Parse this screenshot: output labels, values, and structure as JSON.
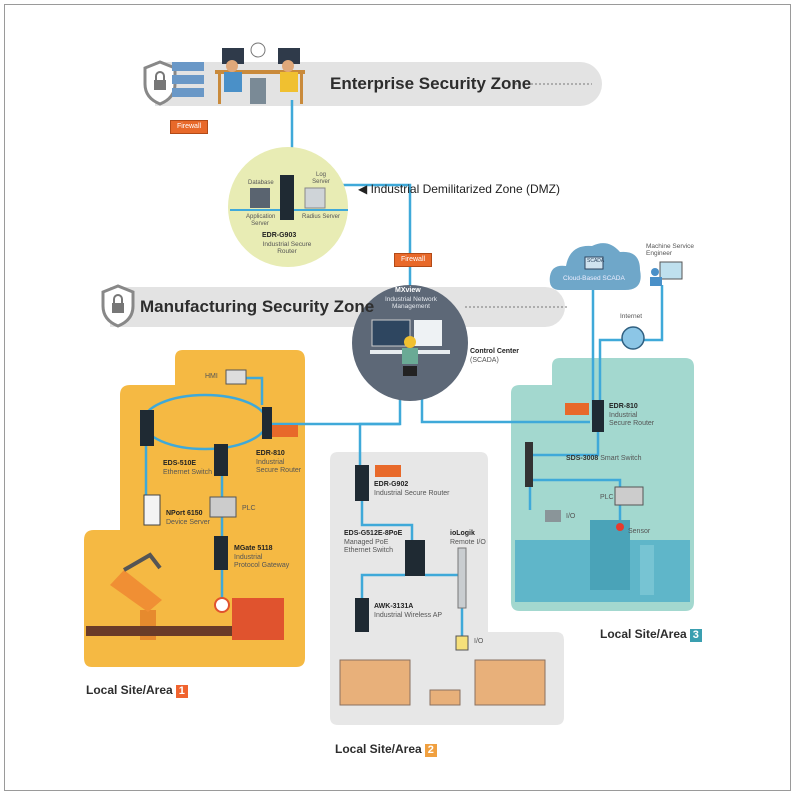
{
  "enterprise_zone": {
    "label": "Enterprise Security Zone",
    "icon": "shield-lock-icon"
  },
  "manufacturing_zone": {
    "label": "Manufacturing Security Zone",
    "icon": "shield-lock-icon"
  },
  "firewall_label": "Firewall",
  "dmz": {
    "label": "Industrial Demilitarized Zone (DMZ)",
    "database": "Database",
    "log_server": "Log Server",
    "application_server": "Application Server",
    "radius_server": "Radius Server",
    "router_model": "EDR-G903",
    "router_desc": "Industrial Secure Router"
  },
  "control_center": {
    "mxview": "MXview",
    "mxview_desc": "Industrial Network Management",
    "label": "Control Center",
    "sub": "(SCADA)"
  },
  "cloud": {
    "label": "Cloud-Based SCADA",
    "screen": "SCADA"
  },
  "engineer": {
    "label": "Machine Service Engineer"
  },
  "internet": {
    "label": "Internet"
  },
  "area1": {
    "hmi": "HMI",
    "eds_model": "EDS-510E",
    "eds_desc": "Ethernet Switch",
    "edr_model": "EDR-810",
    "edr_desc": "Industrial Secure Router",
    "nport_model": "NPort 6150",
    "nport_desc": "Device Server",
    "plc": "PLC",
    "mgate_model": "MGate 5118",
    "mgate_desc": "Industrial Protocol Gateway",
    "label": "Local Site/Area",
    "number": "1",
    "color": "#f5b43c"
  },
  "area2": {
    "edr_model": "EDR-G902",
    "edr_desc": "Industrial Secure Router",
    "eds_model": "EDS-G512E-8PoE",
    "eds_desc": "Managed PoE Ethernet Switch",
    "iologik_model": "ioLogik",
    "iologik_desc": "Remote I/O",
    "awk_model": "AWK-3131A",
    "awk_desc": "Industrial Wireless AP",
    "io": "I/O",
    "label": "Local Site/Area",
    "number": "2",
    "color": "#f0a040"
  },
  "area3": {
    "edr_model": "EDR-810",
    "edr_desc": "Industrial Secure Router",
    "sds_model": "SDS-3008",
    "sds_desc": "Smart Switch",
    "plc": "PLC",
    "io": "I/O",
    "sensor": "Sensor",
    "label": "Local Site/Area",
    "number": "3",
    "color": "#3a9fb0"
  },
  "colors": {
    "link": "#3fa9d9",
    "area1_bg": "#f5b943",
    "area2_bg": "#e7e7e7",
    "area3_bg": "#a3d8cf",
    "dmz_bg": "#e8ecb4",
    "control_bg": "#5d6877",
    "zone_band": "#e3e3e3"
  }
}
